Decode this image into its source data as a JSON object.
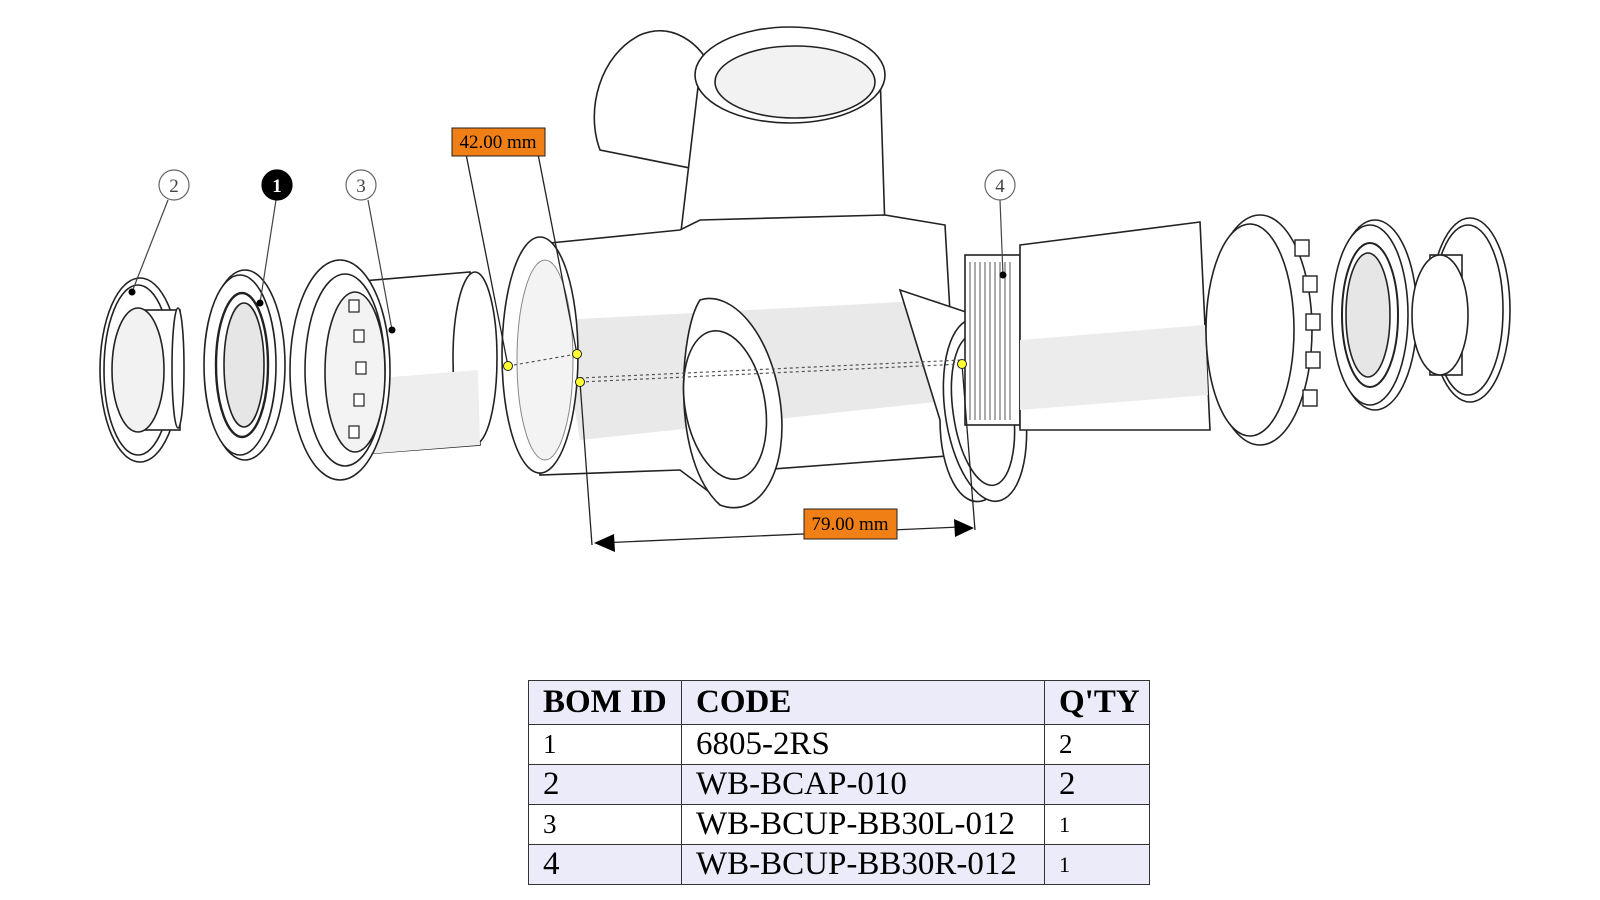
{
  "callouts": {
    "item1": "1",
    "item2": "2",
    "item3": "3",
    "item4": "4"
  },
  "dimensions": {
    "diameter": "42.00 mm",
    "width": "79.00 mm"
  },
  "colors": {
    "dimension_label_fill": "#f07f16",
    "table_header_fill": "#ebebfa",
    "table_alt_row_fill": "#ebebfa",
    "measurement_point": "#ffff33"
  },
  "bom_table": {
    "headers": [
      "BOM ID",
      "CODE",
      "Q'TY"
    ],
    "rows": [
      {
        "id": "1",
        "code": "6805-2RS",
        "qty": "2"
      },
      {
        "id": "2",
        "code": "WB-BCAP-010",
        "qty": "2"
      },
      {
        "id": "3",
        "code": "WB-BCUP-BB30L-012",
        "qty": "1"
      },
      {
        "id": "4",
        "code": "WB-BCUP-BB30R-012",
        "qty": "1"
      }
    ]
  }
}
